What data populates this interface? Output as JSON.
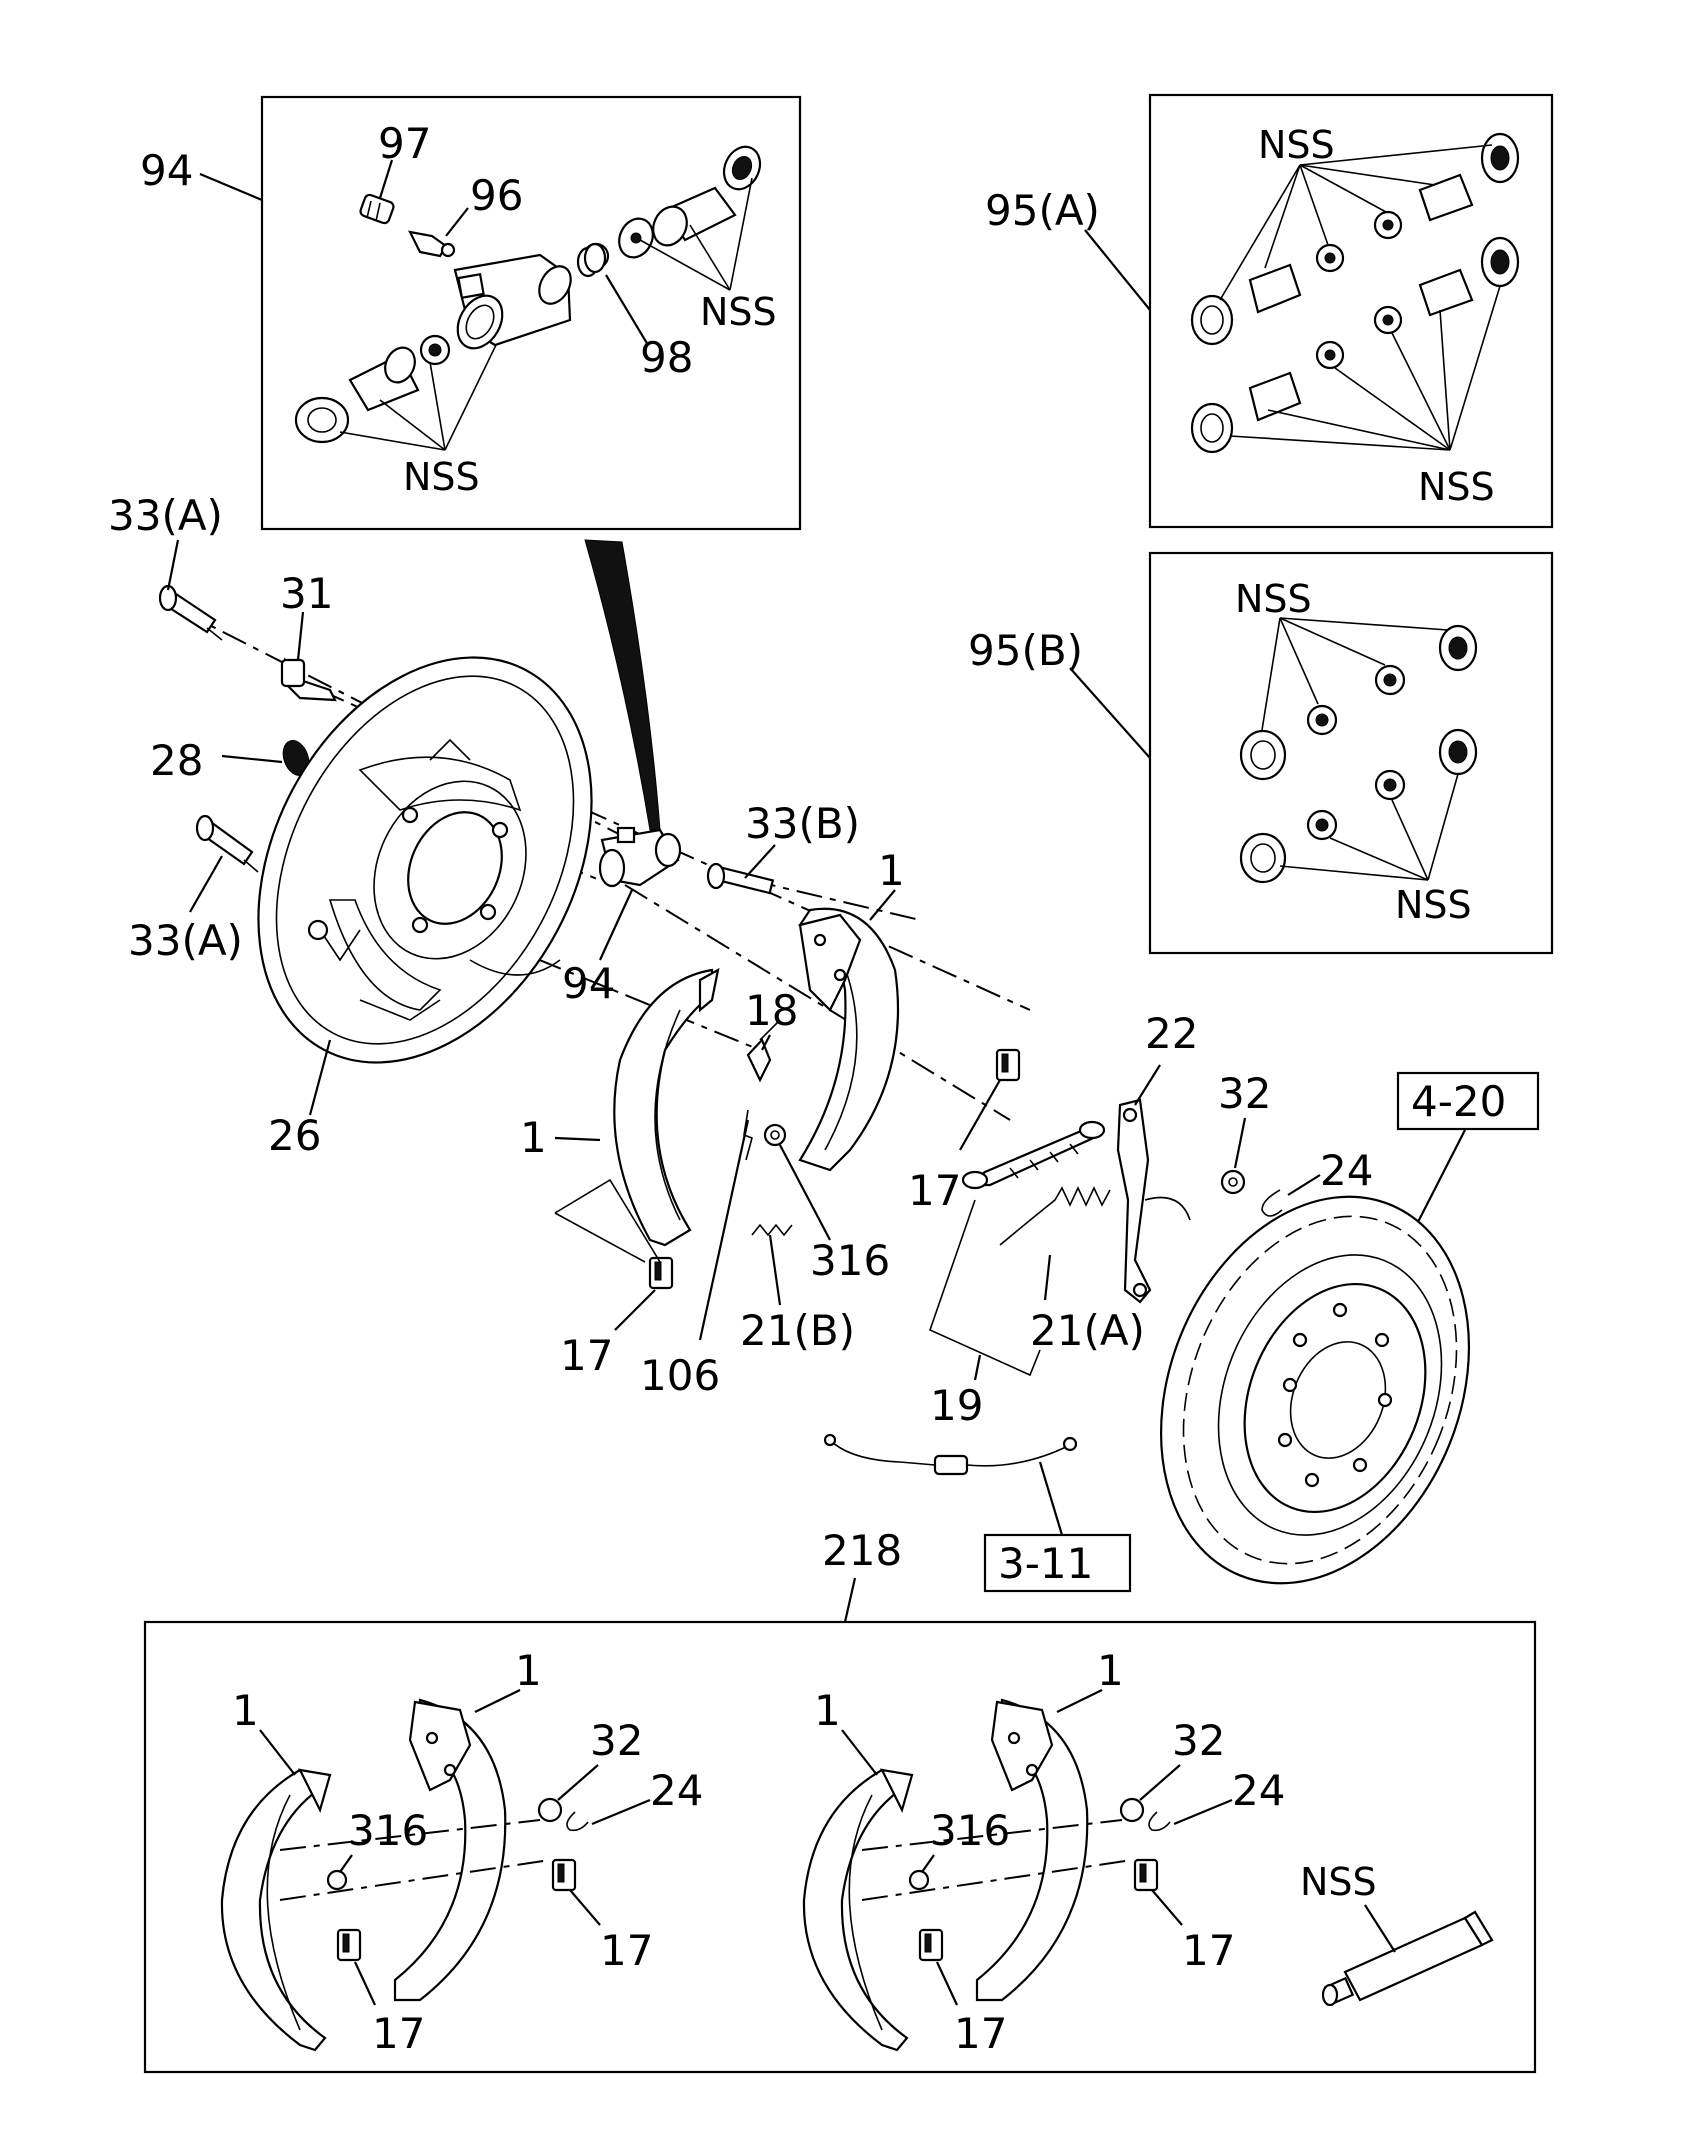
{
  "callouts": {
    "c94_inset": "94",
    "c97": "97",
    "c96": "96",
    "c98": "98",
    "nss_94a": "NSS",
    "nss_94b": "NSS",
    "c95a": "95(A)",
    "nss_95a_top": "NSS",
    "nss_95a_bot": "NSS",
    "c95b": "95(B)",
    "nss_95b_top": "NSS",
    "nss_95b_bot": "NSS",
    "c33a_top": "33(A)",
    "c31": "31",
    "c28": "28",
    "c33a_bot": "33(A)",
    "c26": "26",
    "c94_main": "94",
    "c33b": "33(B)",
    "c1_right": "1",
    "c1_left": "1",
    "c18": "18",
    "c22": "22",
    "c32": "32",
    "c24": "24",
    "c17_left": "17",
    "c17_mid": "17",
    "c316": "316",
    "c21b": "21(B)",
    "c21a": "21(A)",
    "c106": "106",
    "c19": "19",
    "c218": "218",
    "k1_a": "1",
    "k1_b": "1",
    "k32_a": "32",
    "k24_a": "24",
    "k316_a": "316",
    "k17_a1": "17",
    "k17_a2": "17",
    "k1_c": "1",
    "k1_d": "1",
    "k32_b": "32",
    "k24_b": "24",
    "k316_b": "316",
    "k17_b1": "17",
    "k17_b2": "17",
    "nss_grease": "NSS"
  },
  "references": {
    "drum_ref": "4-20",
    "cable_ref": "3-11"
  }
}
